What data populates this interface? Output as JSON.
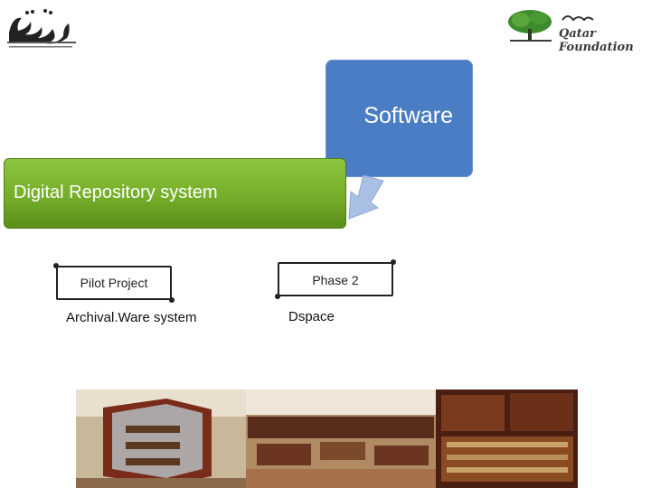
{
  "logo_left": {
    "icon": "thaqafa-calligraphy-logo"
  },
  "logo_right": {
    "icon": "qatar-foundation-tree-logo",
    "text": "Qatar Foundation"
  },
  "software": {
    "label": "Software"
  },
  "repository": {
    "label": "Digital Repository system"
  },
  "pilot": {
    "title": "Pilot Project",
    "system": "Archival.Ware system"
  },
  "phase2": {
    "title": "Phase 2",
    "system": "Dspace"
  },
  "photos": {
    "icon": "library-display-cases-photos"
  },
  "colors": {
    "software_blue": "#4a7dc4",
    "repo_green": "#76ad2a",
    "arrow": "#a9bfe3"
  }
}
